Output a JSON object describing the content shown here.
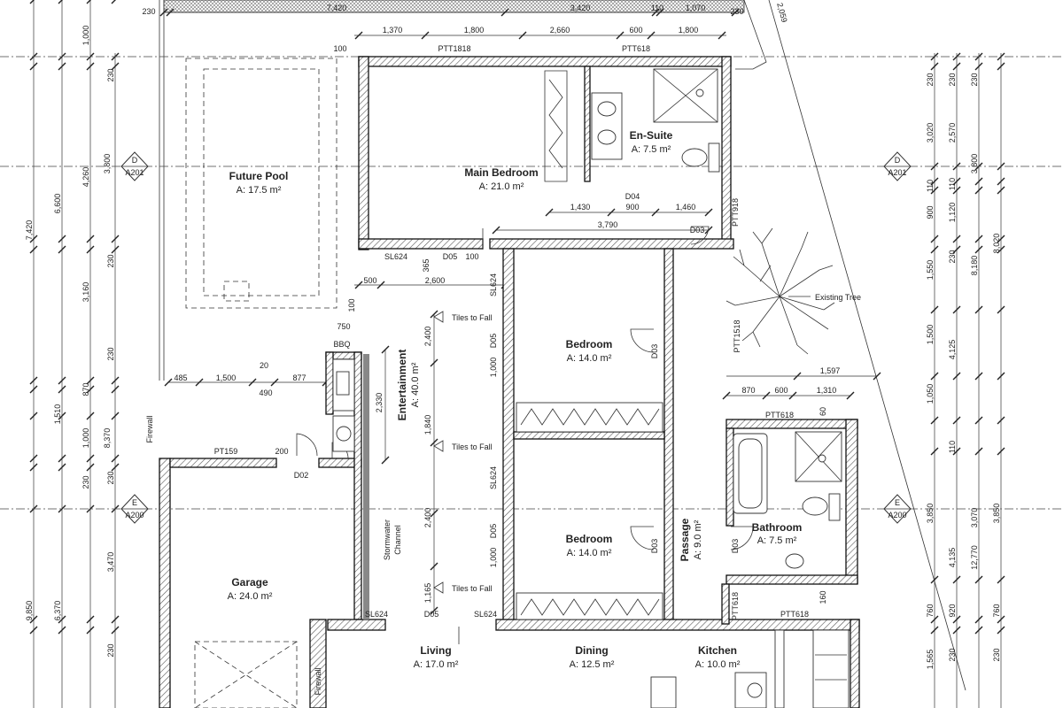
{
  "rooms": {
    "future_pool": {
      "name": "Future Pool",
      "area": "A: 17.5 m²"
    },
    "main_bedroom": {
      "name": "Main Bedroom",
      "area": "A: 21.0 m²"
    },
    "en_suite": {
      "name": "En-Suite",
      "area": "A: 7.5 m²"
    },
    "bedroom1": {
      "name": "Bedroom",
      "area": "A: 14.0 m²"
    },
    "bedroom2": {
      "name": "Bedroom",
      "area": "A: 14.0 m²"
    },
    "entertainment": {
      "name": "Entertainment",
      "area": "A: 40.0 m²"
    },
    "garage": {
      "name": "Garage",
      "area": "A: 24.0 m²"
    },
    "bathroom": {
      "name": "Bathroom",
      "area": "A: 7.5 m²"
    },
    "passage": {
      "name": "Passage",
      "area": "A: 9.0 m²"
    },
    "living": {
      "name": "Living",
      "area": "A: 17.0 m²"
    },
    "dining": {
      "name": "Dining",
      "area": "A: 12.5 m²"
    },
    "kitchen": {
      "name": "Kitchen",
      "area": "A: 10.0 m²"
    }
  },
  "labels": {
    "bbq": "BBQ",
    "existing_tree": "Existing Tree",
    "stormwater_channel_1": "Stormwater",
    "stormwater_channel_2": "Channel",
    "tiles_to_fall": "Tiles to Fall",
    "firewall": "Firewall"
  },
  "section_markers": {
    "d_letter": "D",
    "d_sheet": "A201",
    "e_letter": "E",
    "e_sheet": "A200"
  },
  "windows": {
    "ptt1818": "PTT1818",
    "ptt618": "PTT618",
    "ptt918": "PTT918",
    "ptt1518": "PTT1518",
    "pt159": "PT159",
    "sl624": "SL624"
  },
  "doors": {
    "d02": "D02",
    "d03": "D03",
    "d04": "D04",
    "d05": "D05"
  },
  "dimensions": {
    "top_row": [
      "230",
      "7,420",
      "3,420",
      "110",
      "1,070",
      "230",
      "2,059"
    ],
    "second_row": [
      "1,370",
      "1,800",
      "2,660",
      "600",
      "1,800"
    ],
    "bed_row": [
      "1,430",
      "900",
      "1,460",
      "3,790"
    ],
    "ent_row": [
      "500",
      "2,600",
      "365",
      "100",
      "100"
    ],
    "pool_row": [
      "485",
      "1,500",
      "20",
      "490",
      "877",
      "750",
      "100"
    ],
    "bath_row": [
      "1,597",
      "870",
      "600",
      "1,310",
      "60",
      "160"
    ],
    "ent_vertical": [
      "2,400",
      "1,840",
      "2,400",
      "1,165",
      "2,330",
      "1,000",
      "1,000"
    ],
    "left_col_a": [
      "1,000",
      "230",
      "4,260",
      "230",
      "3,160",
      "230",
      "870",
      "230",
      "1,000",
      "230",
      "3,470",
      "230"
    ],
    "left_col_b": [
      "7,420",
      "6,600",
      "3,800",
      "1,510",
      "8,370",
      "9,850",
      "6,370"
    ],
    "right_col_a": [
      "230",
      "3,020",
      "110",
      "900",
      "1,550",
      "1,500",
      "1,050",
      "3,850",
      "760",
      "1,565"
    ],
    "right_col_b": [
      "230",
      "2,570",
      "110",
      "1,120",
      "230",
      "4,125",
      "110",
      "4,135",
      "920",
      "230"
    ],
    "right_col_c": [
      "3,800",
      "8,180",
      "12,770",
      "3,070",
      "8,020",
      "3,850",
      "760",
      "230"
    ]
  }
}
